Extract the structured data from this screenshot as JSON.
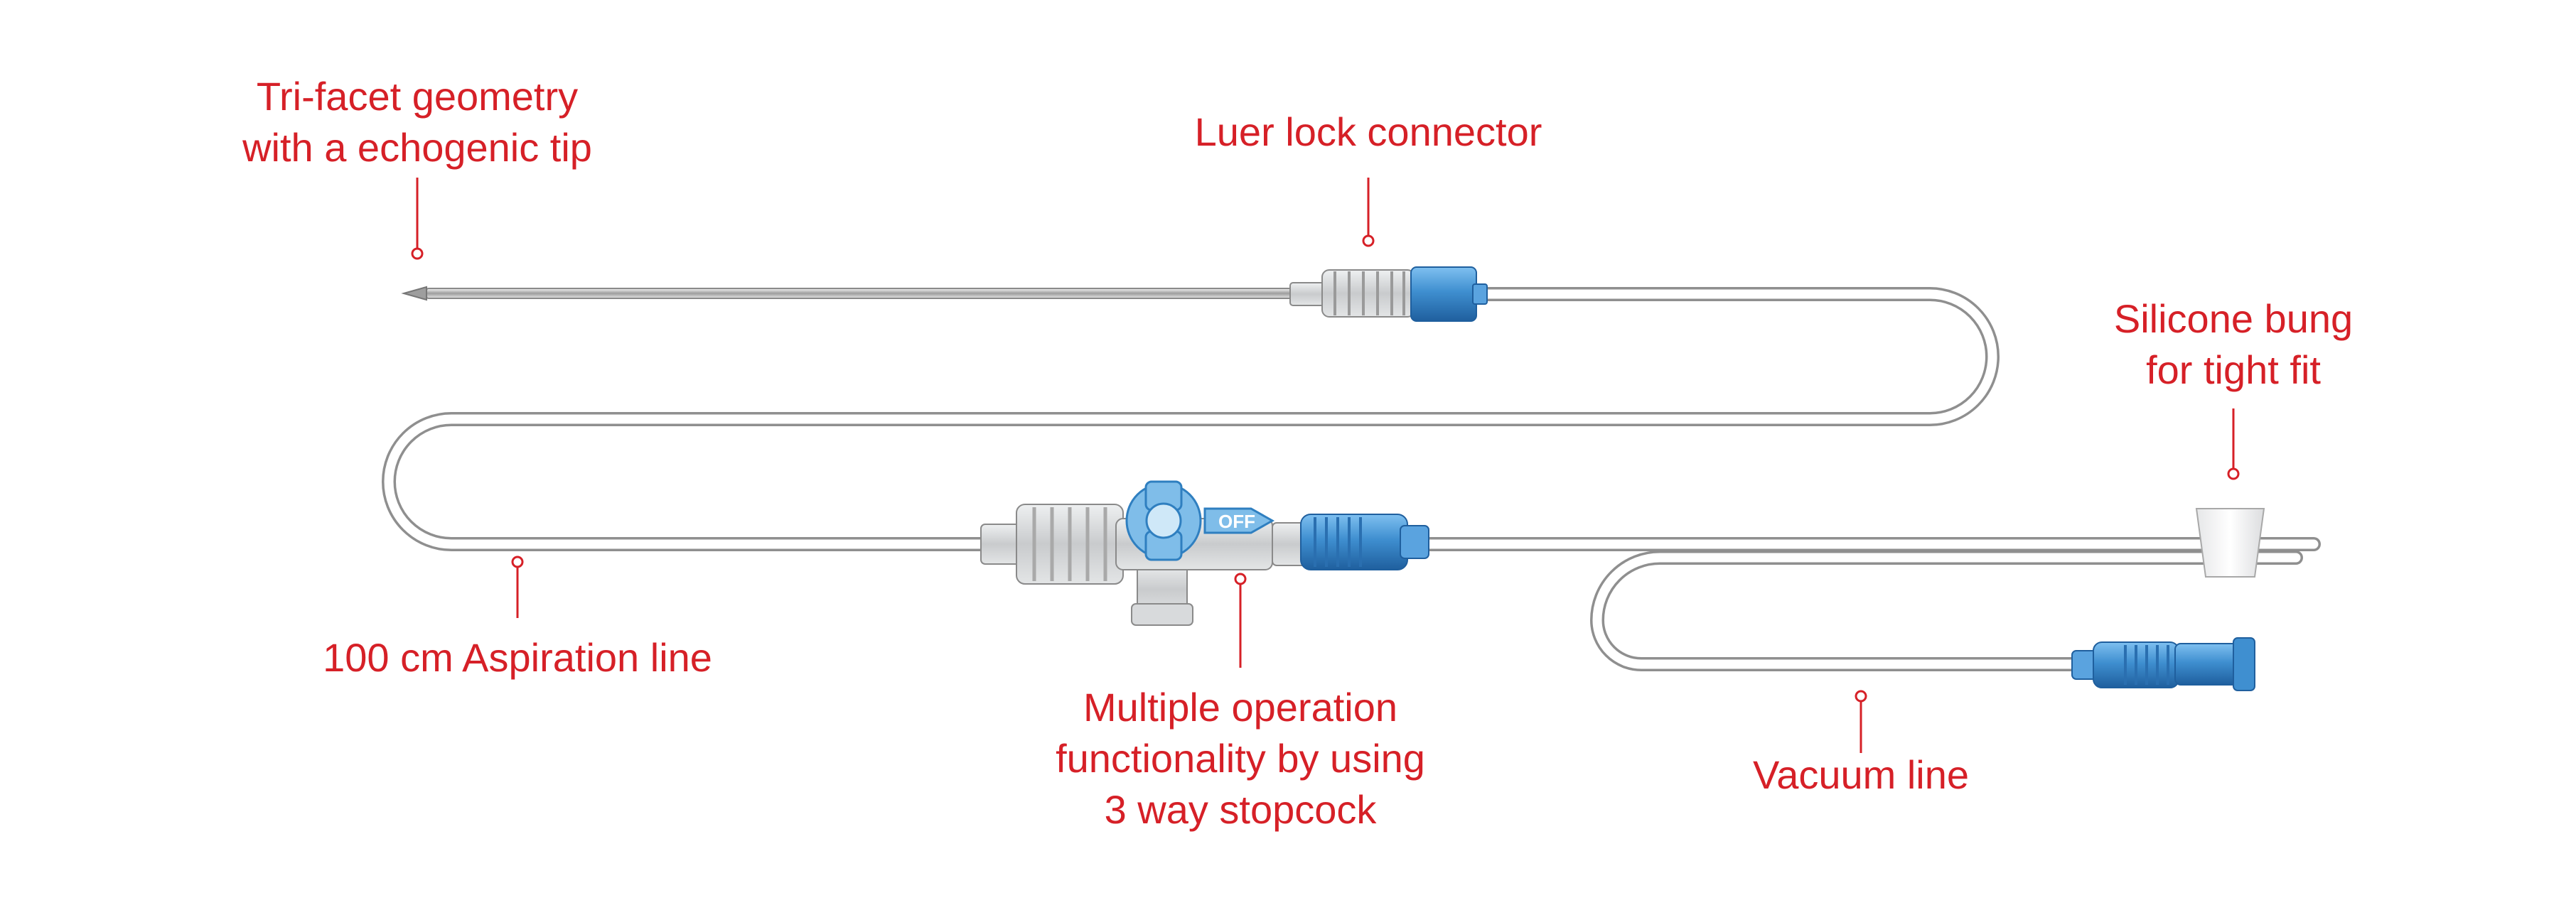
{
  "accent_color": "#d62027",
  "device_colors": {
    "tubing": "#9a9a9a",
    "blue": "#3f8fd0",
    "clear_part": "#c9cbcd"
  },
  "labels": {
    "needle_tip": [
      "Tri-facet geometry",
      "with a echogenic tip"
    ],
    "luer_lock": [
      "Luer lock connector"
    ],
    "silicone_bung": [
      "Silicone bung",
      "for tight fit"
    ],
    "aspiration_line": [
      "100 cm Aspiration line"
    ],
    "stopcock": [
      "Multiple operation",
      "functionality by using",
      "3 way stopcock"
    ],
    "vacuum_line": [
      "Vacuum line"
    ]
  },
  "stopcock_marking": "OFF"
}
